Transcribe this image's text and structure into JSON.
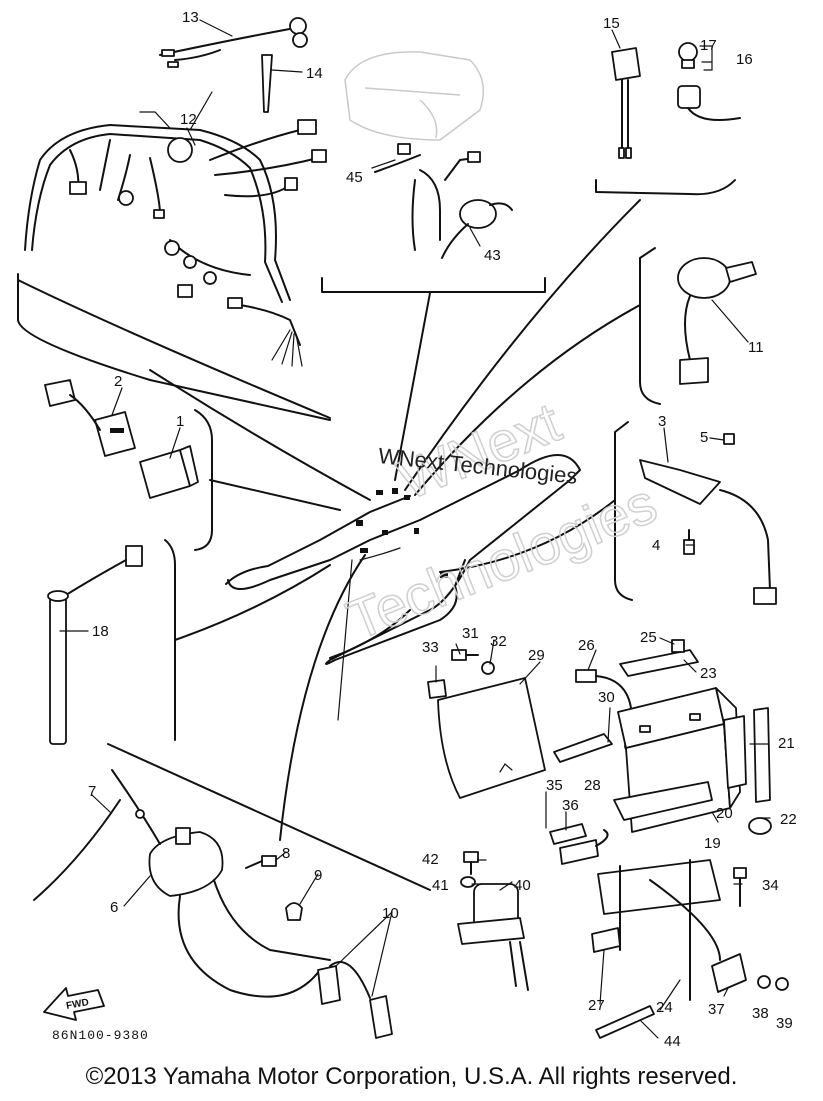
{
  "diagram": {
    "watermark_line1": "WNext",
    "watermark_line2": "Technologies",
    "watermark_inline": "WNext Technologies",
    "fwd_label": "FWD",
    "catalog_code": "86N100-9380",
    "copyright": "©2013 Yamaha Motor Corporation, U.S.A. All rights reserved.",
    "callouts": [
      "1",
      "2",
      "3",
      "4",
      "5",
      "6",
      "7",
      "8",
      "9",
      "10",
      "11",
      "12",
      "13",
      "14",
      "15",
      "16",
      "17",
      "18",
      "19",
      "20",
      "21",
      "22",
      "23",
      "24",
      "25",
      "26",
      "27",
      "28",
      "29",
      "30",
      "31",
      "32",
      "33",
      "34",
      "35",
      "36",
      "37",
      "38",
      "39",
      "40",
      "41",
      "42",
      "43",
      "44",
      "45"
    ]
  }
}
